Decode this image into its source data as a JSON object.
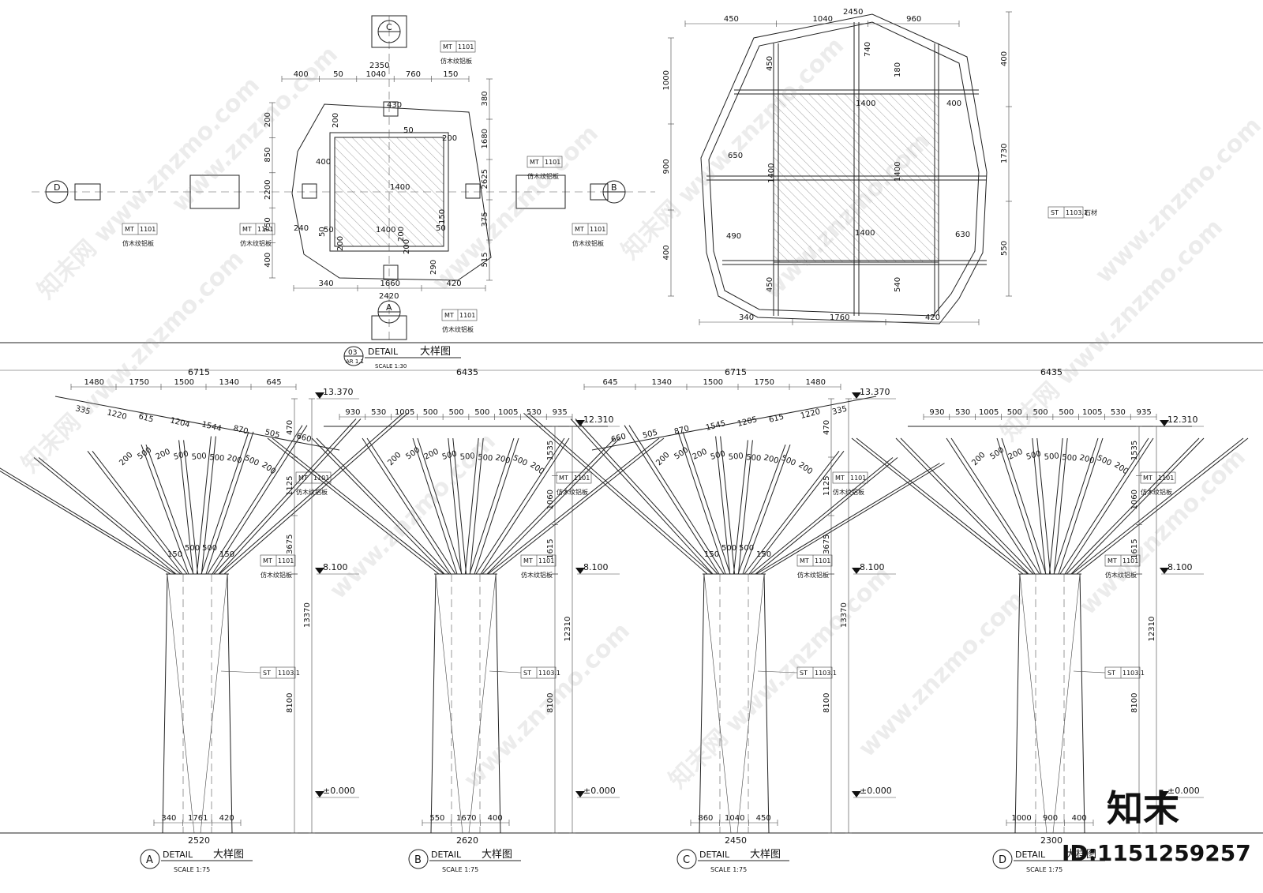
{
  "plan": {
    "title_num": "03",
    "title_ref": "AR 1.1",
    "title_en": "DETAIL",
    "title_cn": "大样图",
    "scale": "SCALE  1:30",
    "left_dims_top": [
      "2350",
      "400",
      "50",
      "1040",
      "760",
      "150"
    ],
    "left_dims_bottom": [
      "340",
      "1660",
      "420",
      "2420"
    ],
    "left_dims_left": [
      "200",
      "850",
      "2200",
      "750",
      "400"
    ],
    "left_dims_right": [
      "380",
      "1680",
      "2625",
      "375",
      "515"
    ],
    "left_inner": [
      "400",
      "200",
      "200",
      "200",
      "50",
      "1400",
      "150",
      "240",
      "50",
      "1400",
      "50",
      "200",
      "50",
      "290",
      "200",
      "430"
    ],
    "right_dims_top": [
      "2450",
      "450",
      "1040",
      "960",
      "400"
    ],
    "right_dims_bottom": [
      "340",
      "1760",
      "420"
    ],
    "right_dims_left": [
      "1000",
      "900",
      "400"
    ],
    "right_dims_right": [
      "1730",
      "550"
    ],
    "right_inner": [
      "740",
      "450",
      "180",
      "1400",
      "400",
      "650",
      "1400",
      "1400",
      "490",
      "1400",
      "630",
      "450",
      "540"
    ],
    "tag_mt": "MT",
    "tag_mt_code": "1101",
    "tag_st": "ST",
    "tag_st_code": "1103.1",
    "material_wood": "仿木纹铝板",
    "material_stone": "石材",
    "section_marks": [
      "C",
      "D",
      "A",
      "B"
    ]
  },
  "elevations": [
    {
      "letter": "A",
      "title_en": "DETAIL",
      "title_cn": "大样图",
      "scale": "SCALE  1:75",
      "top_total": "6715",
      "top_parts": [
        "1480",
        "1750",
        "1500",
        "1340",
        "645"
      ],
      "branch_dims": [
        "335",
        "1220",
        "615",
        "1204",
        "1544",
        "870",
        "505",
        "660"
      ],
      "sizes": [
        "200",
        "500",
        "200",
        "500",
        "500",
        "500",
        "200",
        "500",
        "200"
      ],
      "joint": [
        "150",
        "500",
        "500",
        "150"
      ],
      "elev_top": "13.370",
      "elev_mid": "8.100",
      "elev_base": "±0.000",
      "vert": [
        "470",
        "1125",
        "3675",
        "13370",
        "8100"
      ],
      "base": [
        "340",
        "1761",
        "420",
        "2520"
      ]
    },
    {
      "letter": "B",
      "title_en": "DETAIL",
      "title_cn": "大样图",
      "scale": "SCALE  1:75",
      "top_total": "6435",
      "top_parts": [
        "930",
        "530",
        "1005",
        "500",
        "500",
        "500",
        "1005",
        "530",
        "935"
      ],
      "sizes": [
        "200",
        "500",
        "200",
        "500",
        "500",
        "500",
        "200",
        "500",
        "200"
      ],
      "elev_top": "12.310",
      "elev_mid": "8.100",
      "elev_base": "±0.000",
      "vert": [
        "1535",
        "1060",
        "1615",
        "12310",
        "8100"
      ],
      "base": [
        "550",
        "1670",
        "400",
        "2620"
      ]
    },
    {
      "letter": "C",
      "title_en": "DETAIL",
      "title_cn": "大样图",
      "scale": "SCALE  1:75",
      "top_total": "6715",
      "top_parts": [
        "645",
        "1340",
        "1500",
        "1750",
        "1480"
      ],
      "branch_dims": [
        "660",
        "505",
        "870",
        "1545",
        "1205",
        "615",
        "1220",
        "335"
      ],
      "sizes": [
        "200",
        "500",
        "200",
        "500",
        "500",
        "500",
        "200",
        "500",
        "200"
      ],
      "joint": [
        "150",
        "500",
        "500",
        "150"
      ],
      "elev_top": "13.370",
      "elev_mid": "8.100",
      "elev_base": "±0.000",
      "vert": [
        "470",
        "1125",
        "3675",
        "13370",
        "8100"
      ],
      "base": [
        "860",
        "1040",
        "450",
        "2450"
      ]
    },
    {
      "letter": "D",
      "title_en": "DETAIL",
      "title_cn": "大样图",
      "scale": "SCALE  1:75",
      "top_total": "6435",
      "top_parts": [
        "930",
        "530",
        "1005",
        "500",
        "500",
        "500",
        "1005",
        "530",
        "935"
      ],
      "sizes": [
        "200",
        "500",
        "200",
        "500",
        "500",
        "500",
        "200",
        "500",
        "200"
      ],
      "elev_top": "12.310",
      "elev_mid": "8.100",
      "elev_base": "±0.000",
      "vert": [
        "1535",
        "1060",
        "1615",
        "12310",
        "8100"
      ],
      "base": [
        "1000",
        "900",
        "400",
        "2300"
      ]
    }
  ],
  "watermark": {
    "site": "www.znzmo.com",
    "brand": "知末网",
    "logo": "知末",
    "id": "ID:1151259257"
  }
}
